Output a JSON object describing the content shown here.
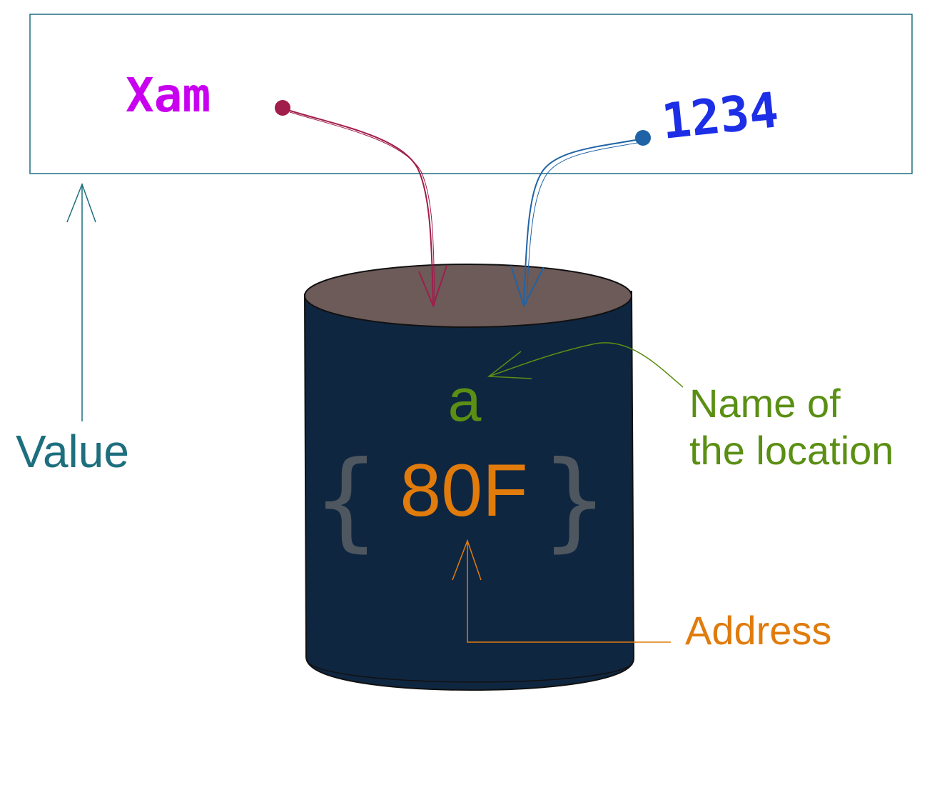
{
  "values": {
    "string_value": "Xam",
    "number_value": "1234"
  },
  "bucket": {
    "name": "a",
    "brace_open": "{",
    "address": "80F",
    "brace_close": "}"
  },
  "labels": {
    "value": "Value",
    "name_line1": "Name of",
    "name_line2": "the location",
    "address": "Address"
  },
  "colors": {
    "box_border": "#1d6f7e",
    "value_label": "#1d6f7e",
    "string_value": "#c800ef",
    "number_value": "#1c2ee6",
    "string_arrow": "#a01d4c",
    "number_arrow": "#1f63a6",
    "bucket_body": "#0f2640",
    "bucket_top": "#6c5b59",
    "name": "#5a8f13",
    "address": "#e07b0c",
    "braces": "#4e565f"
  }
}
